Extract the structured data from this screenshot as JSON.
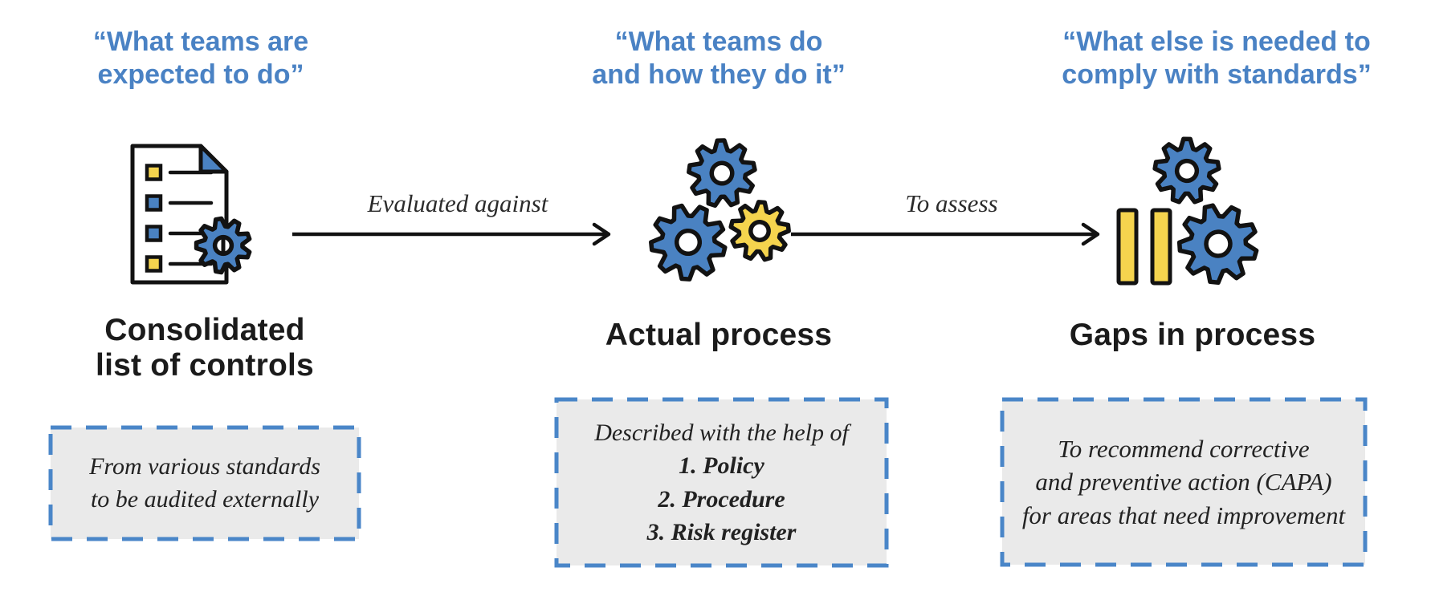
{
  "colors": {
    "blue": "#4A82C2",
    "yellow": "#F5D44E",
    "ink": "#121212",
    "quote_blue": "#4A82C4",
    "box_bg": "#EAEAEA",
    "dash_blue": "#4A86C8",
    "heading_ink": "#1B1B1B",
    "label_ink": "#2B2B2B",
    "note_ink": "#222222"
  },
  "quotes": {
    "left": "“What teams are\nexpected to do”",
    "middle": "“What teams do\nand how they do it”",
    "right": "“What else is needed to\ncomply with standards”"
  },
  "arrows": {
    "first_label": "Evaluated against",
    "second_label": "To assess"
  },
  "headings": {
    "left": "Consolidated\nlist of controls",
    "middle": "Actual process",
    "right": "Gaps in process"
  },
  "notes": {
    "left": "From various standards\nto be audited externally",
    "middle_intro": "Described with the help of",
    "middle_items": [
      "1. Policy",
      "2. Procedure",
      "3. Risk register"
    ],
    "right": "To recommend corrective\nand preventive action (CAPA)\nfor areas that need improvement"
  },
  "icons": {
    "left": "document-checklist-gear-icon",
    "middle": "three-gears-icon",
    "right": "pause-bars-gears-icon"
  }
}
